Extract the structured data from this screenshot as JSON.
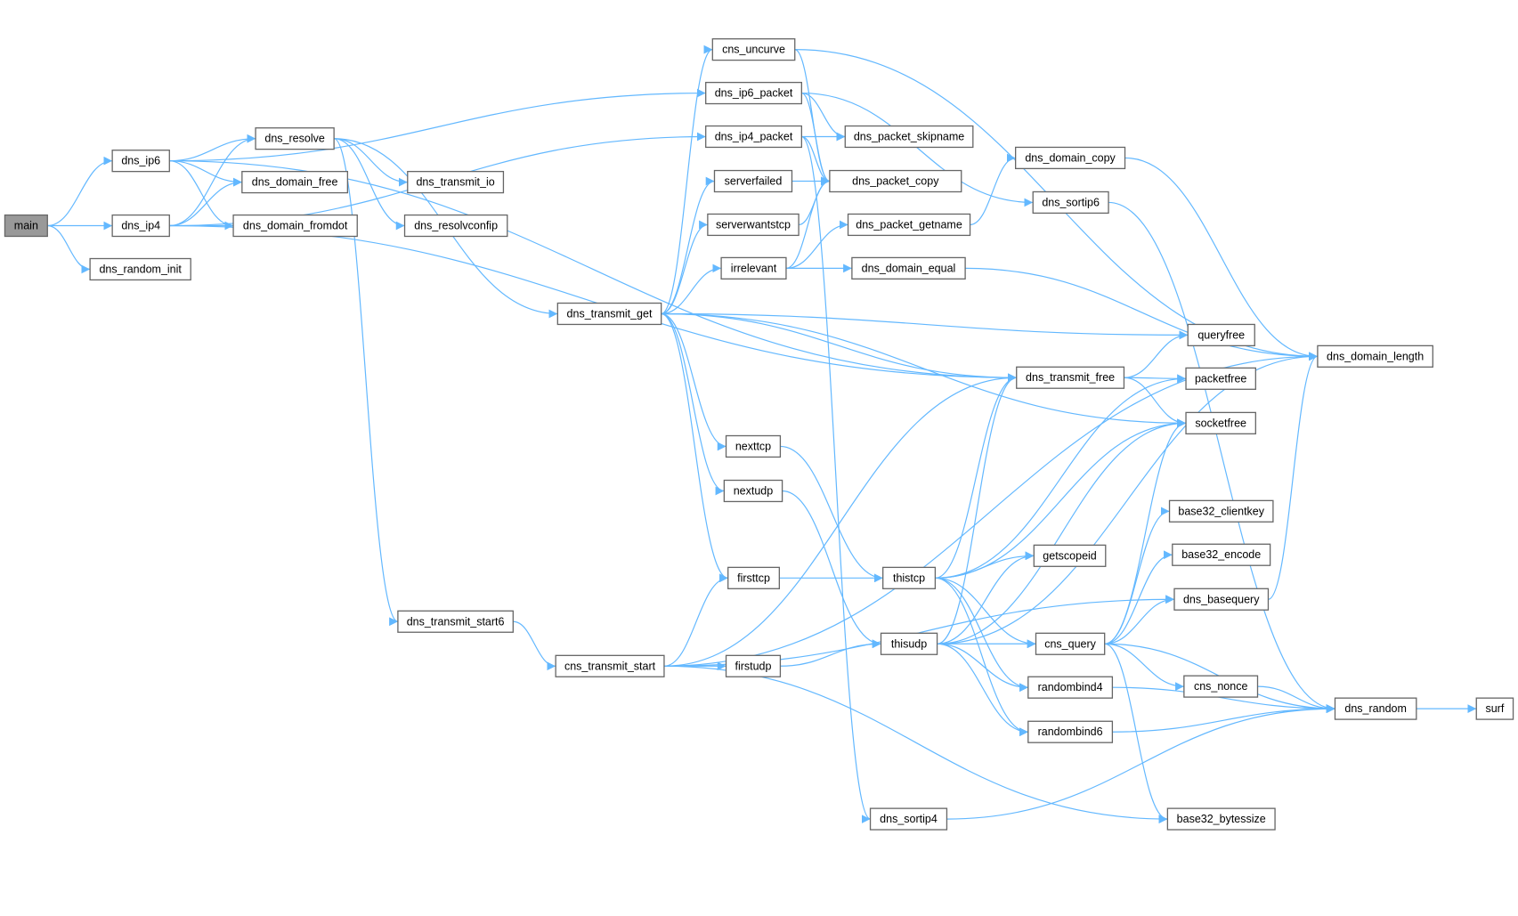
{
  "title": "Call graph",
  "colors": {
    "edge": "#63b8ff",
    "node_border": "#666666",
    "root_fill": "#999999"
  },
  "root": "main",
  "nodes": [
    "main",
    "dns_ip6",
    "dns_ip4",
    "dns_random_init",
    "dns_resolve",
    "dns_domain_free",
    "dns_domain_fromdot",
    "dns_transmit_io",
    "dns_resolvconfip",
    "dns_transmit_start6",
    "cns_transmit_start",
    "dns_transmit_get",
    "cns_uncurve",
    "dns_ip6_packet",
    "dns_ip4_packet",
    "serverfailed",
    "serverwantstcp",
    "irrelevant",
    "nexttcp",
    "nextudp",
    "firsttcp",
    "firstudp",
    "dns_packet_skipname",
    "dns_packet_copy",
    "dns_packet_getname",
    "dns_domain_equal",
    "dns_sortip4",
    "thistcp",
    "thisudp",
    "dns_domain_copy",
    "dns_sortip6",
    "dns_transmit_free",
    "queryfree",
    "packetfree",
    "socketfree",
    "getscopeid",
    "cns_query",
    "randombind4",
    "randombind6",
    "base32_clientkey",
    "base32_encode",
    "dns_basequery",
    "cns_nonce",
    "base32_bytessize",
    "dns_domain_length",
    "dns_random",
    "surf"
  ],
  "edges": [
    [
      "main",
      "dns_ip6"
    ],
    [
      "main",
      "dns_ip4"
    ],
    [
      "main",
      "dns_random_init"
    ],
    [
      "dns_ip6",
      "dns_resolve"
    ],
    [
      "dns_ip6",
      "dns_domain_free"
    ],
    [
      "dns_ip6",
      "dns_domain_fromdot"
    ],
    [
      "dns_ip6",
      "dns_ip6_packet"
    ],
    [
      "dns_ip6",
      "dns_transmit_free"
    ],
    [
      "dns_ip4",
      "dns_resolve"
    ],
    [
      "dns_ip4",
      "dns_domain_free"
    ],
    [
      "dns_ip4",
      "dns_domain_fromdot"
    ],
    [
      "dns_ip4",
      "dns_ip4_packet"
    ],
    [
      "dns_ip4",
      "dns_transmit_free"
    ],
    [
      "dns_resolve",
      "dns_transmit_io"
    ],
    [
      "dns_resolve",
      "dns_resolvconfip"
    ],
    [
      "dns_resolve",
      "dns_transmit_start6"
    ],
    [
      "dns_resolve",
      "dns_transmit_get"
    ],
    [
      "dns_transmit_start6",
      "cns_transmit_start"
    ],
    [
      "cns_transmit_start",
      "firsttcp"
    ],
    [
      "cns_transmit_start",
      "firstudp"
    ],
    [
      "cns_transmit_start",
      "dns_transmit_free"
    ],
    [
      "cns_transmit_start",
      "dns_basequery"
    ],
    [
      "cns_transmit_start",
      "base32_bytessize"
    ],
    [
      "cns_transmit_start",
      "dns_domain_length"
    ],
    [
      "dns_transmit_get",
      "cns_uncurve"
    ],
    [
      "dns_transmit_get",
      "serverfailed"
    ],
    [
      "dns_transmit_get",
      "serverwantstcp"
    ],
    [
      "dns_transmit_get",
      "irrelevant"
    ],
    [
      "dns_transmit_get",
      "queryfree"
    ],
    [
      "dns_transmit_get",
      "dns_transmit_free"
    ],
    [
      "dns_transmit_get",
      "socketfree"
    ],
    [
      "dns_transmit_get",
      "nexttcp"
    ],
    [
      "dns_transmit_get",
      "nextudp"
    ],
    [
      "dns_transmit_get",
      "firsttcp"
    ],
    [
      "cns_uncurve",
      "dns_packet_copy"
    ],
    [
      "cns_uncurve",
      "dns_domain_length"
    ],
    [
      "dns_ip6_packet",
      "dns_packet_skipname"
    ],
    [
      "dns_ip6_packet",
      "dns_packet_copy"
    ],
    [
      "dns_ip6_packet",
      "dns_sortip6"
    ],
    [
      "dns_ip4_packet",
      "dns_packet_skipname"
    ],
    [
      "dns_ip4_packet",
      "dns_packet_copy"
    ],
    [
      "dns_ip4_packet",
      "dns_sortip4"
    ],
    [
      "serverfailed",
      "dns_packet_copy"
    ],
    [
      "serverwantstcp",
      "dns_packet_copy"
    ],
    [
      "irrelevant",
      "dns_packet_copy"
    ],
    [
      "irrelevant",
      "dns_packet_getname"
    ],
    [
      "irrelevant",
      "dns_domain_equal"
    ],
    [
      "dns_packet_getname",
      "dns_domain_copy"
    ],
    [
      "dns_domain_copy",
      "dns_domain_length"
    ],
    [
      "dns_sortip6",
      "dns_random"
    ],
    [
      "dns_domain_equal",
      "dns_domain_length"
    ],
    [
      "dns_transmit_free",
      "queryfree"
    ],
    [
      "dns_transmit_free",
      "packetfree"
    ],
    [
      "dns_transmit_free",
      "socketfree"
    ],
    [
      "nexttcp",
      "thistcp"
    ],
    [
      "nextudp",
      "thisudp"
    ],
    [
      "firsttcp",
      "thistcp"
    ],
    [
      "firstudp",
      "thisudp"
    ],
    [
      "thistcp",
      "dns_transmit_free"
    ],
    [
      "thistcp",
      "packetfree"
    ],
    [
      "thistcp",
      "socketfree"
    ],
    [
      "thistcp",
      "getscopeid"
    ],
    [
      "thistcp",
      "cns_query"
    ],
    [
      "thistcp",
      "randombind4"
    ],
    [
      "thistcp",
      "randombind6"
    ],
    [
      "thisudp",
      "dns_transmit_free"
    ],
    [
      "thisudp",
      "socketfree"
    ],
    [
      "thisudp",
      "getscopeid"
    ],
    [
      "thisudp",
      "cns_query"
    ],
    [
      "thisudp",
      "randombind4"
    ],
    [
      "thisudp",
      "randombind6"
    ],
    [
      "thisudp",
      "dns_domain_length"
    ],
    [
      "cns_query",
      "base32_clientkey"
    ],
    [
      "cns_query",
      "base32_encode"
    ],
    [
      "cns_query",
      "dns_basequery"
    ],
    [
      "cns_query",
      "socketfree"
    ],
    [
      "cns_query",
      "cns_nonce"
    ],
    [
      "cns_query",
      "dns_random"
    ],
    [
      "cns_query",
      "base32_bytessize"
    ],
    [
      "dns_basequery",
      "dns_domain_length"
    ],
    [
      "cns_nonce",
      "dns_random"
    ],
    [
      "randombind4",
      "dns_random"
    ],
    [
      "randombind6",
      "dns_random"
    ],
    [
      "dns_random",
      "surf"
    ],
    [
      "dns_sortip4",
      "dns_random"
    ]
  ]
}
